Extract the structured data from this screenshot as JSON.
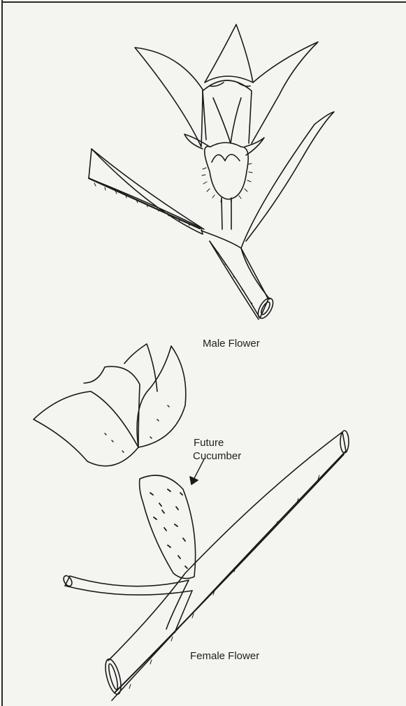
{
  "labels": {
    "male": "Male Flower",
    "female": "Female Flower",
    "future_line1": "Future",
    "future_line2": "Cucumber"
  }
}
